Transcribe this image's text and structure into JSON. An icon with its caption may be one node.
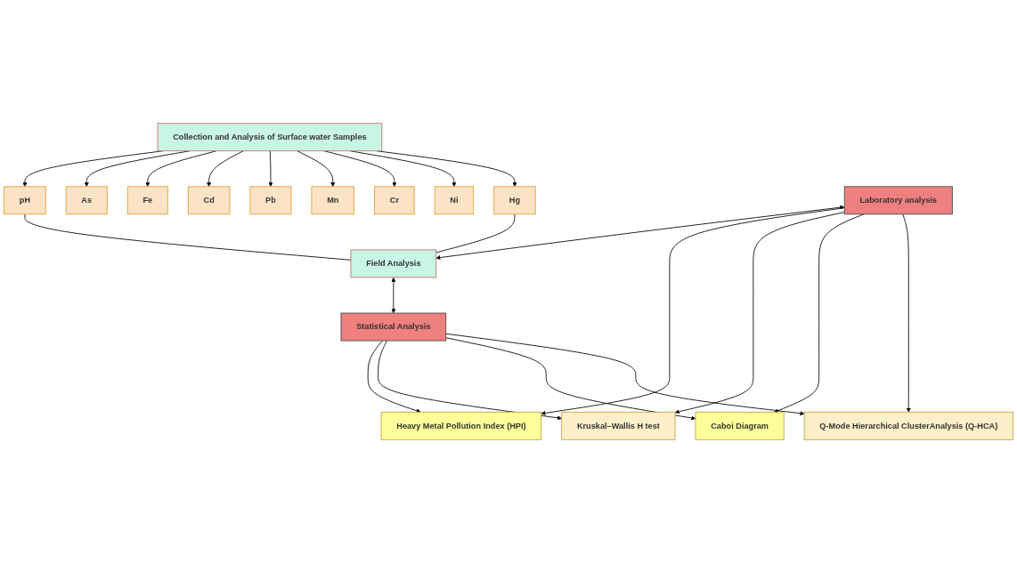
{
  "diagram": {
    "nodes": [
      {
        "text": [
          "Collection and Analysis of Surface water Samples"
        ]
      },
      {
        "text": [
          "pH"
        ]
      },
      {
        "text": [
          "As"
        ]
      },
      {
        "text": [
          "Fe"
        ]
      },
      {
        "text": [
          "Cd"
        ]
      },
      {
        "text": [
          "Pb"
        ]
      },
      {
        "text": [
          "Mn"
        ]
      },
      {
        "text": [
          "Cr"
        ]
      },
      {
        "text": [
          "Ni"
        ]
      },
      {
        "text": [
          "Hg"
        ]
      },
      {
        "text": [
          "Laboratory analysis"
        ]
      },
      {
        "text": [
          "Field Analysis"
        ]
      },
      {
        "text": [
          "Statistical Analysis"
        ]
      },
      {
        "text": [
          "Heavy Metal Pollution Index (HPI)"
        ]
      },
      {
        "text": [
          "Kruskal–Wallis H test"
        ]
      },
      {
        "text": [
          "Caboi Diagram"
        ]
      },
      {
        "text": [
          "Q-Mode Hierarchical ClusterAnalysis (Q-HCA)"
        ]
      }
    ],
    "edges": [
      {
        "from": 0,
        "to": 1,
        "arrow": "to"
      },
      {
        "from": 0,
        "to": 2,
        "arrow": "to"
      },
      {
        "from": 0,
        "to": 3,
        "arrow": "to"
      },
      {
        "from": 0,
        "to": 4,
        "arrow": "to"
      },
      {
        "from": 0,
        "to": 5,
        "arrow": "to"
      },
      {
        "from": 0,
        "to": 6,
        "arrow": "to"
      },
      {
        "from": 0,
        "to": 7,
        "arrow": "to"
      },
      {
        "from": 0,
        "to": 8,
        "arrow": "to"
      },
      {
        "from": 0,
        "to": 9,
        "arrow": "to"
      },
      {
        "from": 1,
        "to": 11,
        "arrow": "none"
      },
      {
        "from": 9,
        "to": 11,
        "arrow": "none"
      },
      {
        "from": 10,
        "to": 11,
        "arrow": "both"
      },
      {
        "from": 11,
        "to": 12,
        "arrow": "both"
      },
      {
        "from": 10,
        "to": 13,
        "arrow": "to"
      },
      {
        "from": 10,
        "to": 14,
        "arrow": "to"
      },
      {
        "from": 10,
        "to": 15,
        "arrow": "to"
      },
      {
        "from": 10,
        "to": 16,
        "arrow": "to"
      },
      {
        "from": 12,
        "to": 13,
        "arrow": "to"
      },
      {
        "from": 12,
        "to": 14,
        "arrow": "to"
      },
      {
        "from": 12,
        "to": 15,
        "arrow": "to"
      },
      {
        "from": 12,
        "to": 16,
        "arrow": "to"
      }
    ]
  }
}
